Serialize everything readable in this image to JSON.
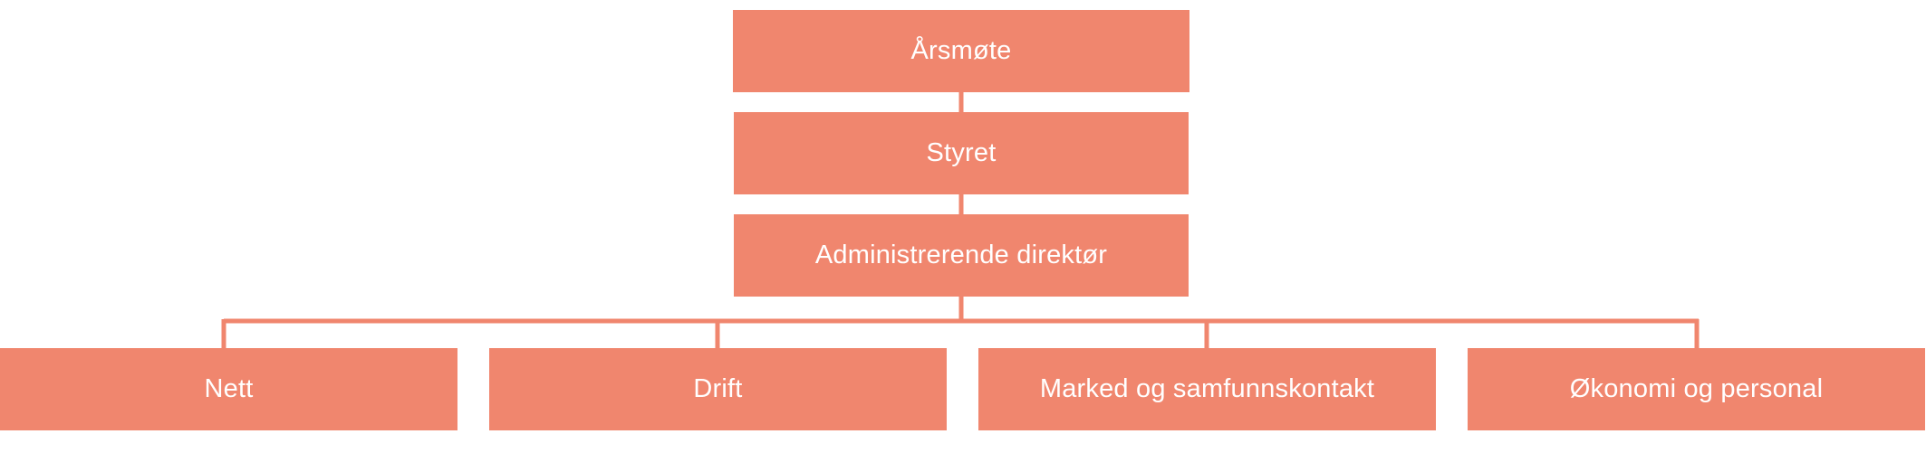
{
  "colors": {
    "box_fill": "#f0866e",
    "connector": "#f0866e",
    "text": "#ffffff",
    "background": "#ffffff"
  },
  "nodes": {
    "arsmote": "Årsmøte",
    "styret": "Styret",
    "administrerende_direktor": "Administrerende direktør",
    "departments": [
      "Nett",
      "Drift",
      "Marked og samfunnskontakt",
      "Økonomi og personal"
    ]
  }
}
